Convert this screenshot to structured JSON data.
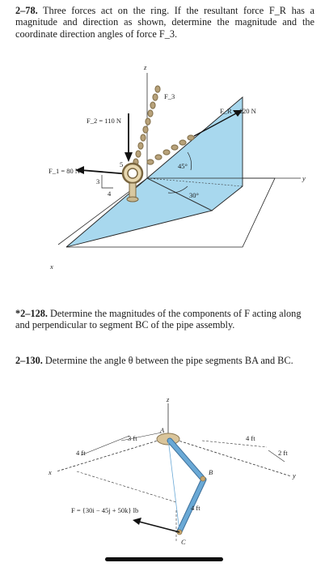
{
  "problem_2_78": {
    "number": "2–78.",
    "text": "Three forces act on the ring. If the resultant force F_R has a magnitude and direction as shown, determine the magnitude and the coordinate direction angles of force F_3."
  },
  "figure1": {
    "z_axis": "z",
    "x_axis": "x",
    "y_axis": "y",
    "f3_label": "F_3",
    "f2_label": "F_2 = 110 N",
    "fr_label": "F_R = 120 N",
    "f1_label": "F_1 = 80 N",
    "slope_5": "5",
    "slope_3": "3",
    "slope_4": "4",
    "angle_45": "45°",
    "angle_30": "30°"
  },
  "problem_2_128": {
    "number": "*2–128.",
    "text": "Determine the magnitudes of the components of F acting along and perpendicular to segment BC of the pipe assembly."
  },
  "problem_2_130": {
    "number": "2–130.",
    "text": "Determine the angle θ between the pipe segments BA and BC."
  },
  "figure2": {
    "z_axis": "z",
    "x_axis": "x",
    "y_axis": "y",
    "dim_3ft": "3 ft",
    "dim_4ft_left": "4 ft",
    "dim_4ft_right": "4 ft",
    "dim_2ft": "2 ft",
    "dim_4ft_bottom": "4 ft",
    "point_a": "A",
    "point_b": "B",
    "point_c": "C",
    "force_label": "F = {30i − 45j + 50k} lb"
  },
  "colors": {
    "plane_blue": "#a8d8ee",
    "pipe_blue": "#6aa9d6",
    "chain_tan": "#b8a27a"
  }
}
